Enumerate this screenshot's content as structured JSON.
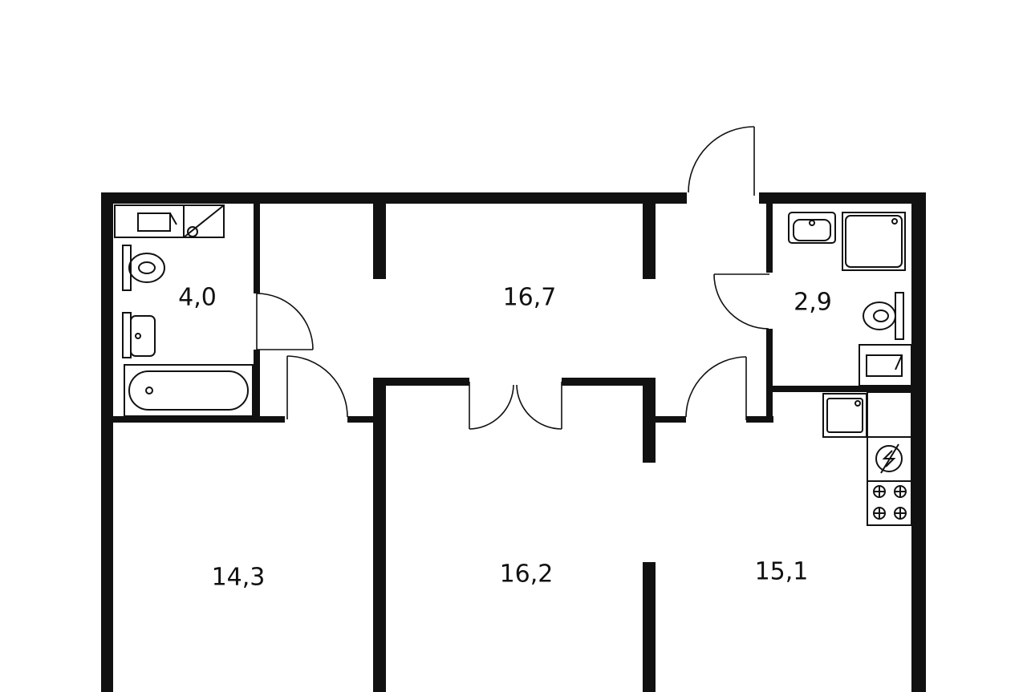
{
  "floor_plan": {
    "rooms": [
      {
        "id": "bathroom-1",
        "area": "4,0"
      },
      {
        "id": "hallway",
        "area": "16,7"
      },
      {
        "id": "bathroom-2",
        "area": "2,9"
      },
      {
        "id": "bedroom-left",
        "area": "14,3"
      },
      {
        "id": "living-room",
        "area": "16,2"
      },
      {
        "id": "kitchen",
        "area": "15,1"
      }
    ]
  },
  "colors": {
    "wall": "#111111",
    "background": "#ffffff"
  },
  "icons": [
    "bathtub-icon",
    "toilet-icon",
    "sink-icon",
    "shower-icon",
    "washing-machine-icon",
    "stove-icon",
    "kitchen-sink-icon",
    "boiler-icon"
  ]
}
